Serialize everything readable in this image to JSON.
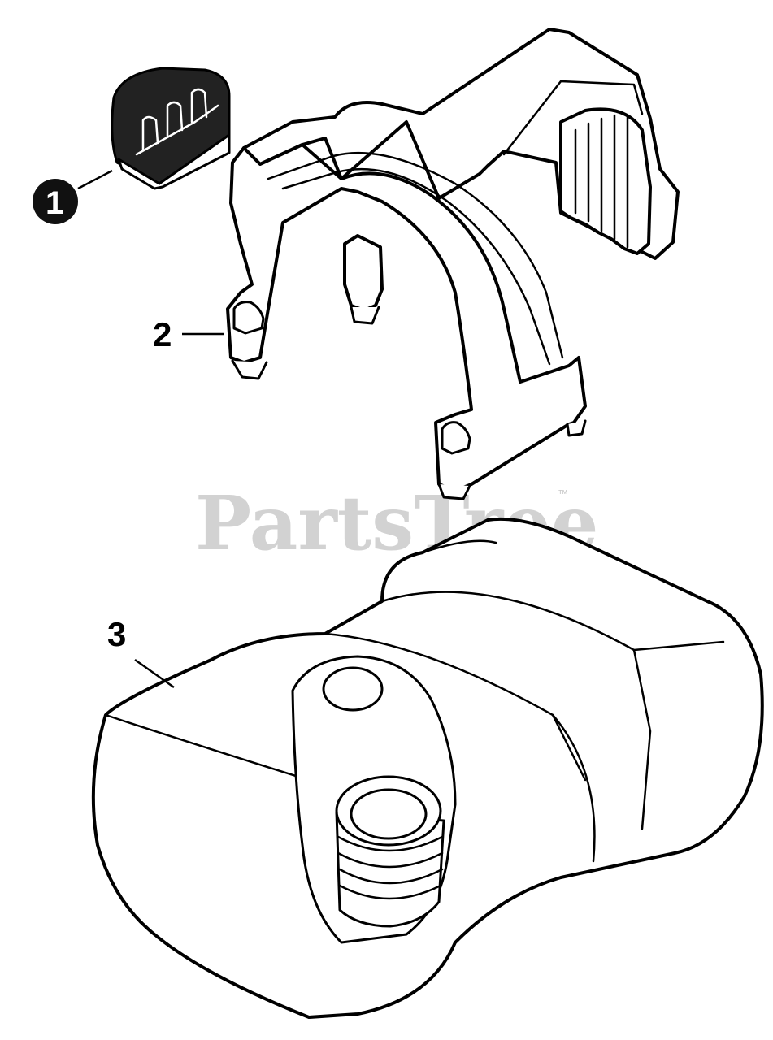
{
  "watermark": {
    "text": "PartsTree",
    "trademark": "™",
    "color": "#d2d2d2"
  },
  "callouts": [
    {
      "id": "1",
      "label": "1",
      "style": "filled-circle"
    },
    {
      "id": "2",
      "label": "2",
      "style": "plain"
    },
    {
      "id": "3",
      "label": "3",
      "style": "plain"
    }
  ],
  "parts": [
    {
      "ref": "1",
      "name": "clip-icon"
    },
    {
      "ref": "2",
      "name": "tank-bracket-icon"
    },
    {
      "ref": "3",
      "name": "fuel-tank-icon"
    }
  ]
}
